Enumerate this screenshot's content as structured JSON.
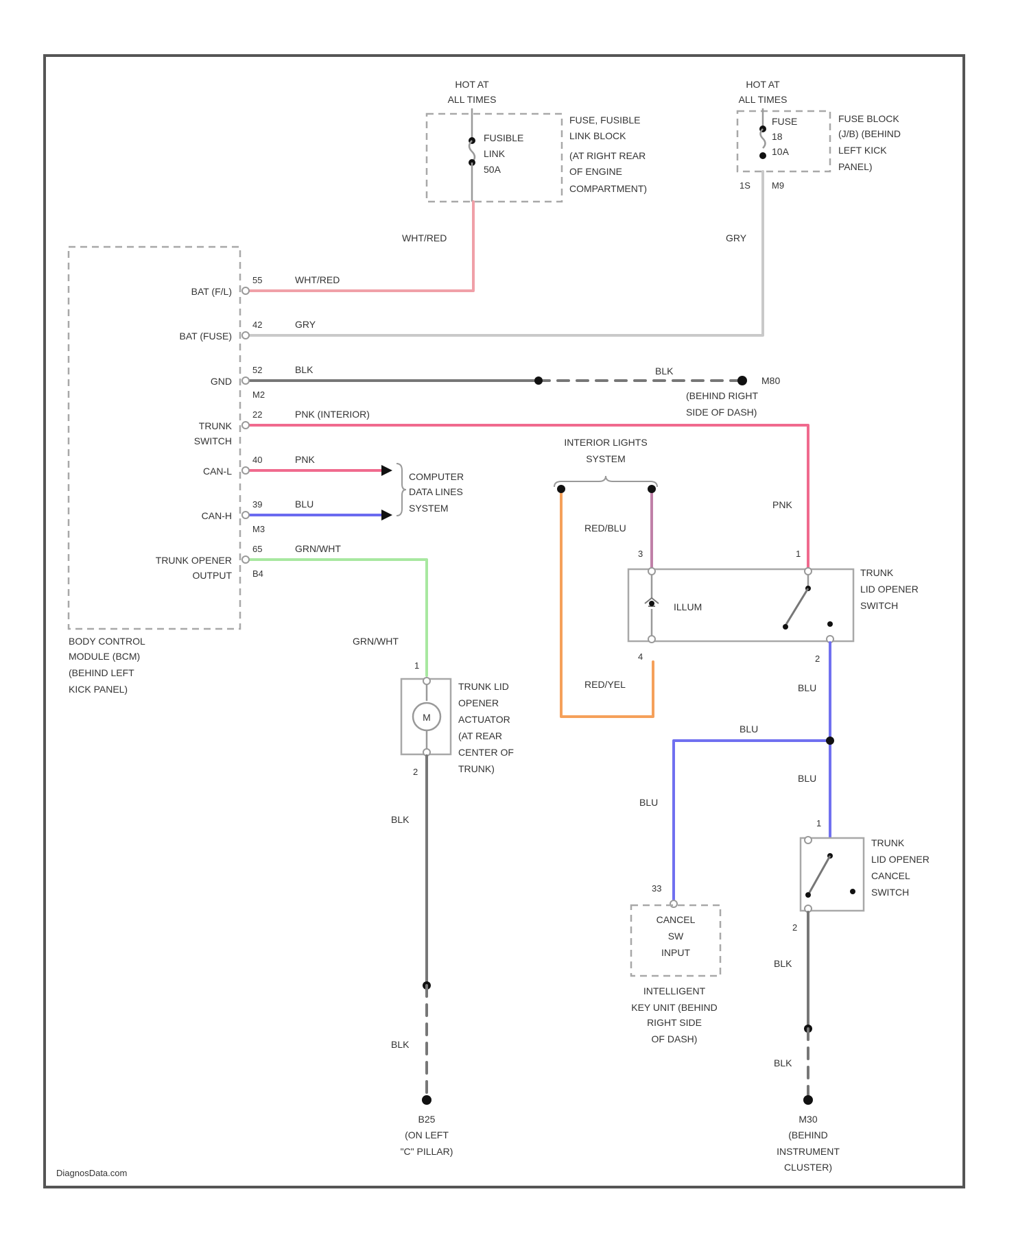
{
  "colors": {
    "border": "#555555",
    "wht_red": "#f0a0a8",
    "gry": "#c9c9c9",
    "blk": "#777777",
    "pnk": "#f06a8e",
    "blu": "#6a6af0",
    "grn_wht": "#a8e8a0",
    "red_blu": "#c080a8",
    "red_yel": "#f5a05a",
    "blu_cancel": "#7070f0"
  },
  "power": {
    "hot1": {
      "line1": "HOT AT",
      "line2": "ALL TIMES"
    },
    "hot2": {
      "line1": "HOT AT",
      "line2": "ALL TIMES"
    },
    "fusible_link": {
      "line1": "FUSIBLE",
      "line2": "LINK",
      "line3": "50A"
    },
    "fusible_block": {
      "line1": "FUSE, FUSIBLE",
      "line2": "LINK BLOCK",
      "line3": "(AT RIGHT REAR",
      "line4": "OF ENGINE",
      "line5": "COMPARTMENT)"
    },
    "fuse": {
      "line1": "FUSE",
      "line2": "18",
      "line3": "10A"
    },
    "fuse_block": {
      "line1": "FUSE BLOCK",
      "line2": "(J/B) (BEHIND",
      "line3": "LEFT KICK",
      "line4": "PANEL)"
    },
    "fuse_pin_a": "1S",
    "fuse_pin_b": "M9"
  },
  "bcm": {
    "pins": [
      {
        "name": "BAT (F/L)",
        "num": "55",
        "wire": "WHT/RED"
      },
      {
        "name": "BAT (FUSE)",
        "num": "42",
        "wire": "GRY"
      },
      {
        "name": "GND",
        "num": "52",
        "wire": "BLK"
      },
      {
        "name_line1": "TRUNK",
        "name_line2": "SWITCH",
        "num": "22",
        "wire": "PNK (INTERIOR)"
      },
      {
        "name": "CAN-L",
        "num": "40",
        "wire": "PNK"
      },
      {
        "name": "CAN-H",
        "num": "39",
        "wire": "BLU"
      },
      {
        "name_line1": "TRUNK OPENER",
        "name_line2": "OUTPUT",
        "num": "65",
        "wire": "GRN/WHT"
      }
    ],
    "connector_a": "M2",
    "connector_b": "M3",
    "connector_c": "B4",
    "label": {
      "line1": "BODY CONTROL",
      "line2": "MODULE (BCM)",
      "line3": "(BEHIND LEFT",
      "line4": "KICK PANEL)"
    }
  },
  "wires": {
    "wht_red_top": "WHT/RED",
    "gry_top": "GRY",
    "blk_gnd": "BLK",
    "pnk_right": "PNK",
    "red_blu": "RED/BLU",
    "red_yel": "RED/YEL",
    "blu_1": "BLU",
    "blu_2": "BLU",
    "blu_3": "BLU",
    "blu_4": "BLU",
    "grn_wht": "GRN/WHT",
    "blk_a": "BLK",
    "blk_b": "BLK",
    "blk_c": "BLK",
    "blk_d": "BLK"
  },
  "ground_m80": {
    "name": "M80",
    "line1": "(BEHIND RIGHT",
    "line2": "SIDE OF DASH)"
  },
  "computer_data": {
    "line1": "COMPUTER",
    "line2": "DATA LINES",
    "line3": "SYSTEM"
  },
  "interior_lights": {
    "line1": "INTERIOR LIGHTS",
    "line2": "SYSTEM"
  },
  "opener_switch": {
    "illum": "ILLUM",
    "label": {
      "line1": "TRUNK",
      "line2": "LID OPENER",
      "line3": "SWITCH"
    },
    "pin3": "3",
    "pin1": "1",
    "pin4": "4",
    "pin2": "2"
  },
  "actuator": {
    "motor": "M",
    "pin1": "1",
    "pin2": "2",
    "label": {
      "line1": "TRUNK LID",
      "line2": "OPENER",
      "line3": "ACTUATOR",
      "line4": "(AT REAR",
      "line5": "CENTER OF",
      "line6": "TRUNK)"
    }
  },
  "cancel_switch": {
    "pin1": "1",
    "pin2": "2",
    "label": {
      "line1": "TRUNK",
      "line2": "LID OPENER",
      "line3": "CANCEL",
      "line4": "SWITCH"
    }
  },
  "ikey": {
    "pin": "33",
    "box": {
      "line1": "CANCEL",
      "line2": "SW",
      "line3": "INPUT"
    },
    "label": {
      "line1": "INTELLIGENT",
      "line2": "KEY UNIT (BEHIND",
      "line3": "RIGHT SIDE",
      "line4": "OF DASH)"
    }
  },
  "ground_b25": {
    "name": "B25",
    "line1": "(ON LEFT",
    "line2": "\"C\" PILLAR)"
  },
  "ground_m30": {
    "name": "M30",
    "line1": "(BEHIND",
    "line2": "INSTRUMENT",
    "line3": "CLUSTER)"
  },
  "watermark": "DiagnosData.com"
}
